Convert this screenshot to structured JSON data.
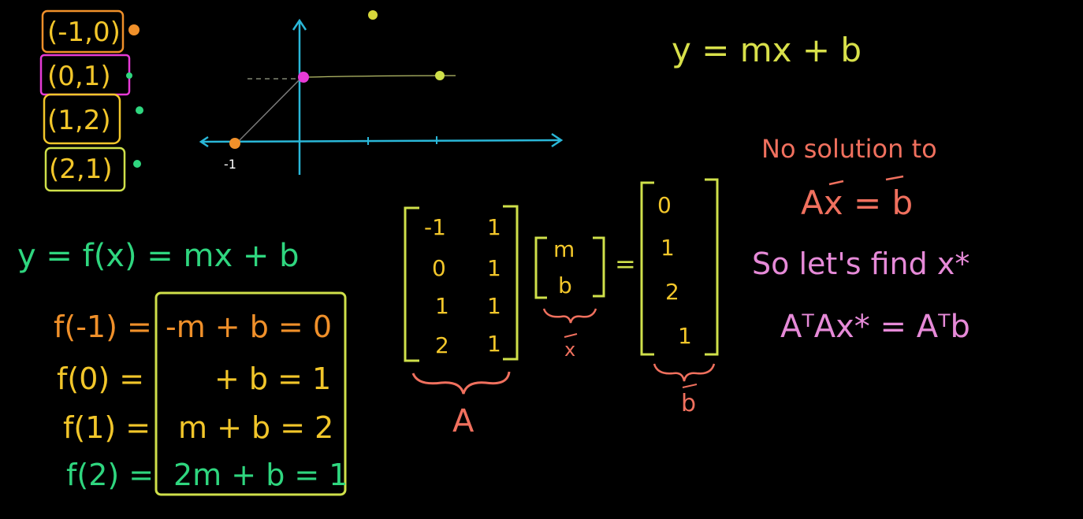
{
  "colors": {
    "background": "#000000",
    "orange": "#f0902a",
    "magenta": "#e63bd6",
    "yellow": "#f2c62a",
    "yellow_green": "#cfe04a",
    "green": "#2fd67f",
    "cyan": "#2ab7d8",
    "salmon": "#f0705e",
    "pink": "#e68ad8"
  },
  "points": [
    {
      "label": "(-1,0)",
      "x": -1,
      "y": 0,
      "color": "orange"
    },
    {
      "label": "(0,1)",
      "x": 0,
      "y": 1,
      "color": "magenta"
    },
    {
      "label": "(1,2)",
      "x": 1,
      "y": 2,
      "color": "yellow"
    },
    {
      "label": "(2,1)",
      "x": 2,
      "y": 1,
      "color": "yellow_green"
    }
  ],
  "graph": {
    "x_tick_label": "-1"
  },
  "line_equation": "y = mx + b",
  "function_def": "y = f(x) = mx + b",
  "equations": [
    {
      "lhs": "f(-1) =",
      "rhs": "-m + b = 0",
      "color": "orange"
    },
    {
      "lhs": "f(0) =",
      "rhs": "+ b = 1",
      "color": "yellow"
    },
    {
      "lhs": "f(1) =",
      "rhs": "m + b = 2",
      "color": "yellow"
    },
    {
      "lhs": "f(2) =",
      "rhs": "2m + b = 1",
      "color": "green"
    }
  ],
  "matrix_A": [
    [
      "-1",
      "1"
    ],
    [
      "0",
      "1"
    ],
    [
      "1",
      "1"
    ],
    [
      "2",
      "1"
    ]
  ],
  "matrix_A_label": "A",
  "vector_x": [
    "m",
    "b"
  ],
  "vector_x_label": "x",
  "equals": "=",
  "vector_b": [
    "0",
    "1",
    "2",
    "1"
  ],
  "vector_b_label": "b",
  "notes": {
    "no_solution": "No solution to",
    "ax_eq_b": "Ax = b",
    "so_lets_find": "So let's find x*",
    "normal_eq": "AᵀAx* = Aᵀb"
  }
}
